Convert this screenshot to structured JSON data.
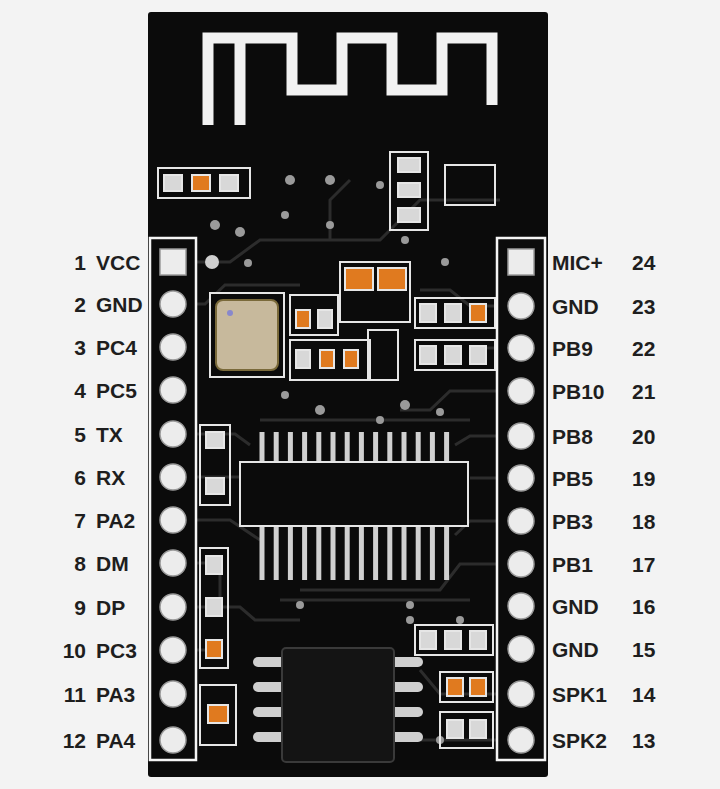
{
  "diagram": {
    "labels": [
      "1",
      "VCC",
      "2",
      "GND",
      "3",
      "PC4",
      "4",
      "PC5",
      "5",
      "TX",
      "6",
      "RX",
      "7",
      "PA2",
      "8",
      "DM",
      "9",
      "DP",
      "10",
      "PC3",
      "11",
      "PA3",
      "12",
      "PA4",
      "MIC+",
      "24",
      "GND",
      "23",
      "PB9",
      "22",
      "PB10",
      "21",
      "PB8",
      "20",
      "PB5",
      "19",
      "PB3",
      "18",
      "PB1",
      "17",
      "GND",
      "16",
      "GND",
      "15",
      "SPK1",
      "14",
      "SPK2",
      "13"
    ]
  }
}
